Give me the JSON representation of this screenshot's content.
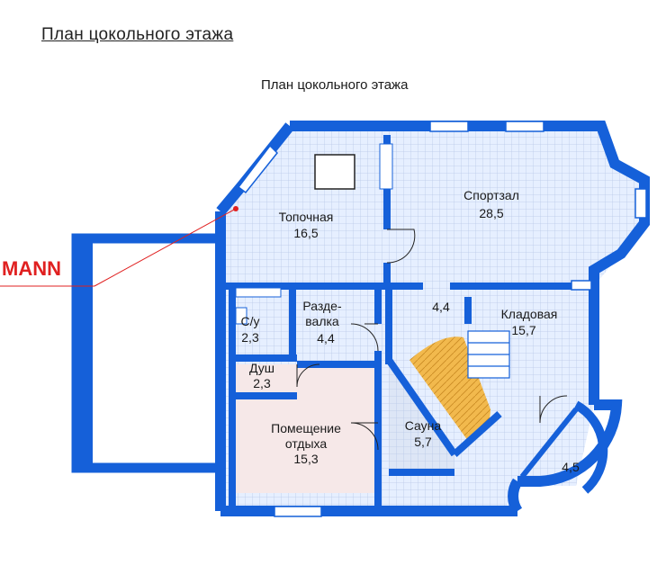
{
  "page": {
    "heading": "План цокольного этажа"
  },
  "plan": {
    "title": "План цокольного этажа",
    "watermark": "MANN",
    "colors": {
      "wall": "#1560d9",
      "floor": "#e6efff",
      "grid": "#b9c9e8",
      "rest_room": "#f6e8e8",
      "sauna": "#dde6f6",
      "stairs": "#f2b94d",
      "watermark": "#e02020"
    },
    "rooms": [
      {
        "id": "topochnaya",
        "name": "Топочная",
        "area": "16,5"
      },
      {
        "id": "sportzal",
        "name": "Спортзал",
        "area": "28,5"
      },
      {
        "id": "razdevalka",
        "name_line1": "Разде-",
        "name_line2": "валка",
        "area": "4,4"
      },
      {
        "id": "hall",
        "area": "4,4"
      },
      {
        "id": "kladovaya",
        "name": "Кладовая",
        "area": "15,7"
      },
      {
        "id": "su",
        "name": "С/у",
        "area": "2,3"
      },
      {
        "id": "dush",
        "name": "Душ",
        "area": "2,3"
      },
      {
        "id": "pomeshchenie",
        "name_line1": "Помещение",
        "name_line2": "отдыха",
        "area": "15,3"
      },
      {
        "id": "sauna",
        "name": "Сауна",
        "area": "5,7"
      },
      {
        "id": "round",
        "area": "4,5"
      }
    ]
  }
}
